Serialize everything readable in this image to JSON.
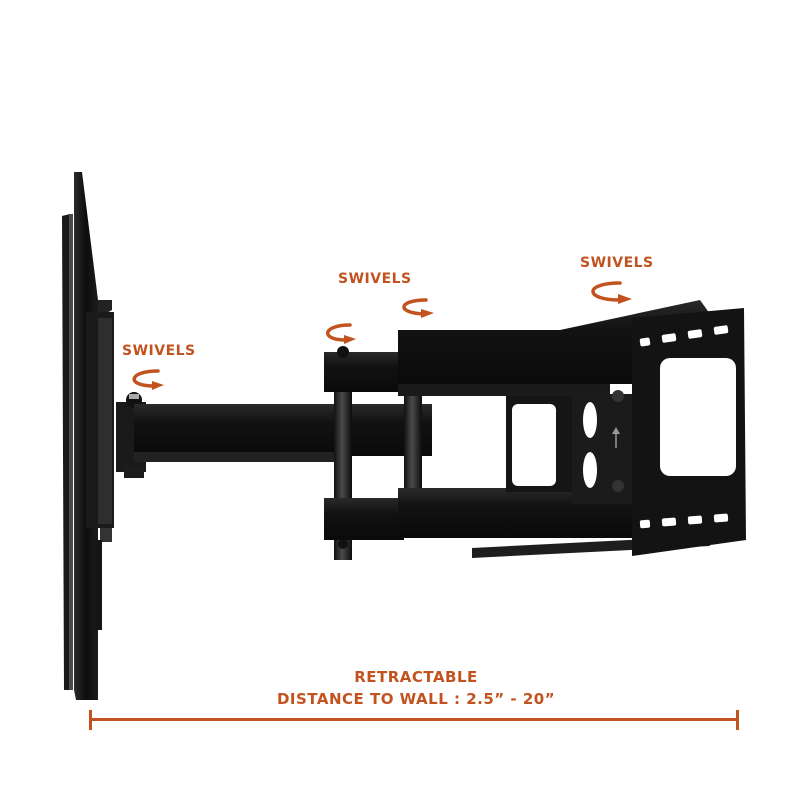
{
  "colors": {
    "accent": "#c2531f",
    "mount_black": "#111111",
    "mount_dark": "#1c1c1c",
    "mount_highlight": "#3a3a3a",
    "background": "#ffffff"
  },
  "annotations": {
    "swivel_labels": [
      {
        "text": "SWIVELS",
        "position": "tv-plate-pivot"
      },
      {
        "text": "SWIVELS",
        "position": "middle-elbow-pivot"
      },
      {
        "text": "SWIVELS",
        "position": "wall-plate-pivot"
      }
    ],
    "rotation_arrow_icons": 4,
    "measurement": {
      "line1": "RETRACTABLE",
      "line2": "DISTANCE TO WALL : 2.5” - 20”"
    }
  },
  "product": {
    "description": "Full-motion articulating TV wall mount, side view",
    "wall_plate_arrow": "up-arrow"
  }
}
